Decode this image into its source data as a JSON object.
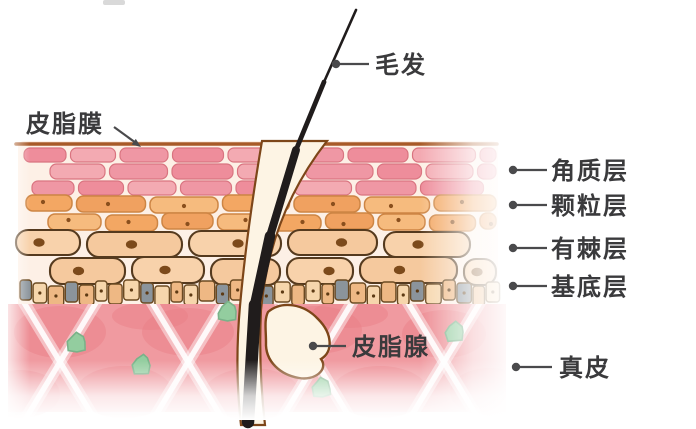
{
  "figure": {
    "hair": "毛发",
    "sebum_film": "皮脂膜",
    "sebaceous_gland": "皮脂腺",
    "layers": [
      {
        "id": "stratum-corneum",
        "label": "角质层"
      },
      {
        "id": "granular-layer",
        "label": "颗粒层"
      },
      {
        "id": "spinous-layer",
        "label": "有棘层"
      },
      {
        "id": "basal-layer",
        "label": "基底层"
      },
      {
        "id": "dermis",
        "label": "真皮"
      }
    ]
  },
  "colors": {
    "corneum_pink_1": "#ee8d9b",
    "corneum_pink_2": "#f3aab2",
    "corneum_pink_3": "#ef97a4",
    "corneum_stroke": "#d97480",
    "granular_orange_1": "#f3a763",
    "granular_orange_2": "#f6bb7e",
    "granular_orange_3": "#f0a160",
    "granular_stroke": "#cd8544",
    "granule_dot": "#8a4f1d",
    "spinous_tan_1": "#f8d2ab",
    "spinous_tan_2": "#f5c99e",
    "spinous_stroke": "#553a1e",
    "nucleus_brown": "#7c4a1b",
    "basal_tan": "#eeb884",
    "basal_pale": "#f6d6ac",
    "basal_gray": "#8b949b",
    "basal_stroke": "#6b4a22",
    "basal_dot": "#5d3a14",
    "epidermis_bg": "#fdf0e6",
    "dermis_pink": "#f09aa0",
    "dermis_red": "#e87f86",
    "fiber_white": "#ffffff",
    "green_cell": "#93cd9f",
    "green_stroke": "#79b289",
    "follicle_cream": "#fdf4e4",
    "follicle_outline": "#7d4619",
    "hair_black": "#201c1c",
    "film_brown": "#a85a28",
    "label_text": "#3a3a3c",
    "leader": "#4a4a4c"
  }
}
